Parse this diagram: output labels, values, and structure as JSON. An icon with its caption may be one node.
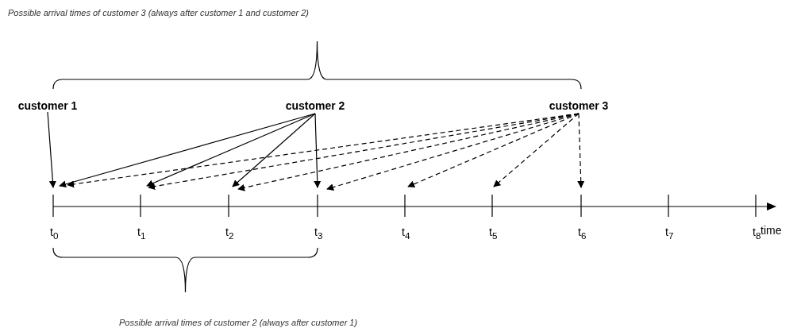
{
  "diagram": {
    "nodes": [
      {
        "text": [
          "customer 1"
        ]
      },
      {
        "text": [
          "customer 2"
        ]
      },
      {
        "text": [
          "customer 3"
        ]
      },
      {
        "text": [
          "t$_{0}$"
        ]
      },
      {
        "text": [
          "t$_{1}$"
        ]
      },
      {
        "text": [
          "t$_{2}$"
        ]
      },
      {
        "text": [
          "t$_{3}$"
        ]
      },
      {
        "text": [
          "t$_{4}$"
        ]
      },
      {
        "text": [
          "t$_{5}$"
        ]
      },
      {
        "text": [
          "t$_{6}$"
        ]
      },
      {
        "text": [
          "t$_{7}$"
        ]
      },
      {
        "text": [
          "t$_{8}$"
        ]
      }
    ],
    "edges": [
      {
        "from": 0,
        "to": 3,
        "arrow": "to"
      },
      {
        "from": 1,
        "to": 3,
        "arrow": "to"
      },
      {
        "from": 1,
        "to": 4,
        "arrow": "to"
      },
      {
        "from": 1,
        "to": 5,
        "arrow": "to"
      },
      {
        "from": 1,
        "to": 6,
        "arrow": "to"
      },
      {
        "from": 2,
        "to": 3,
        "arrow": "to",
        "style": "dashed"
      },
      {
        "from": 2,
        "to": 4,
        "arrow": "to",
        "style": "dashed"
      },
      {
        "from": 2,
        "to": 5,
        "arrow": "to",
        "style": "dashed"
      },
      {
        "from": 2,
        "to": 6,
        "arrow": "to",
        "style": "dashed"
      },
      {
        "from": 2,
        "to": 7,
        "arrow": "to",
        "style": "dashed"
      },
      {
        "from": 2,
        "to": 8,
        "arrow": "to",
        "style": "dashed"
      },
      {
        "from": 2,
        "to": 9,
        "arrow": "to",
        "style": "dashed"
      }
    ],
    "labels": [
      "Possible arrival times of customer 3 (always after customer 1 and customer 2)",
      "time",
      "Possible arrival times of customer 2 (always after customer 1)"
    ]
  }
}
